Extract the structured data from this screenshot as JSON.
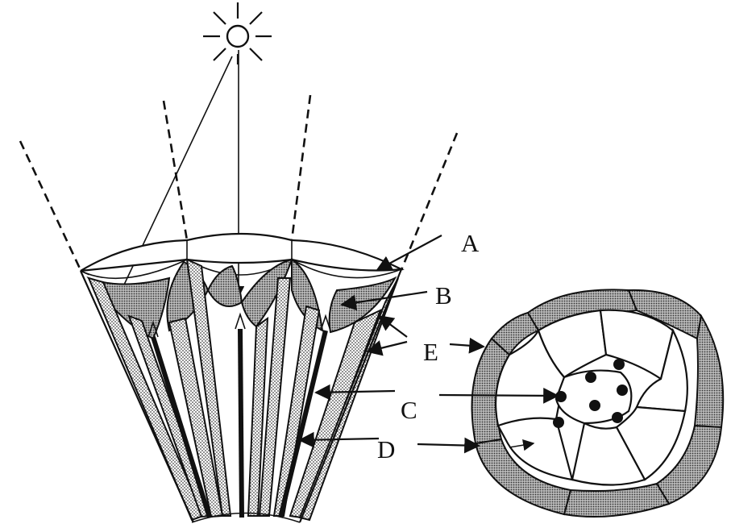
{
  "labels": {
    "a": "A",
    "b": "B",
    "c": "C",
    "d": "D",
    "e": "E"
  },
  "colors": {
    "ink": "#111111",
    "stipple": "#555555",
    "paper": "#ffffff"
  }
}
